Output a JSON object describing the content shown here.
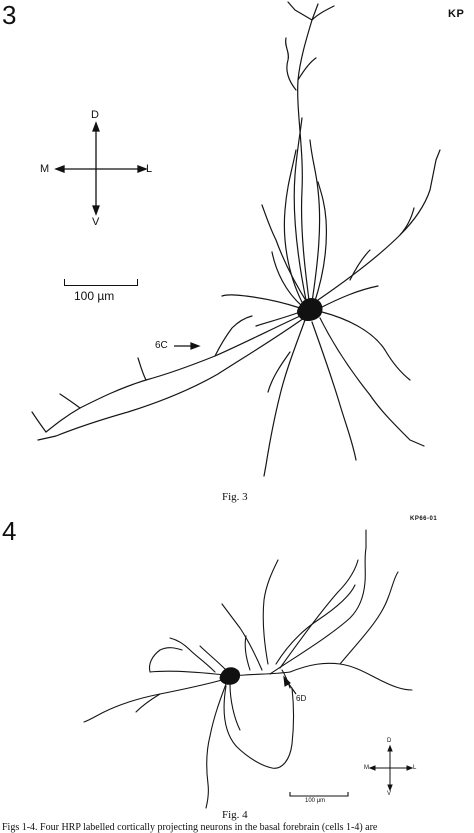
{
  "figure3": {
    "panel_number": "3",
    "specimen_code": "KP",
    "orientation": {
      "dorsal": "D",
      "ventral": "V",
      "medial": "M",
      "lateral": "L"
    },
    "scale_bar_label": "100 µm",
    "arrow_label": "6C",
    "caption": "Fig. 3"
  },
  "figure4": {
    "panel_number": "4",
    "specimen_code": "KP66-01",
    "orientation": {
      "dorsal": "D",
      "ventral": "V",
      "medial": "M",
      "lateral": "L"
    },
    "scale_bar_label": "100 µm",
    "arrow_label": "6D",
    "caption": "Fig. 4"
  },
  "footer_caption": "Figs 1-4. Four HRP labelled cortically projecting neurons in the basal forebrain (cells 1-4) are"
}
